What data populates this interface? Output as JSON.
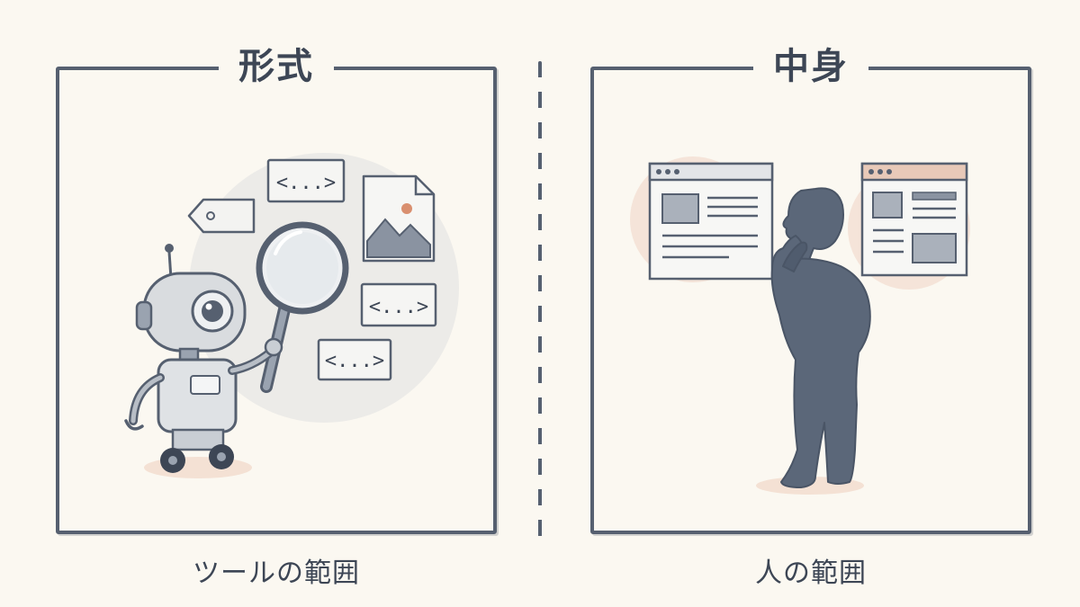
{
  "left_panel": {
    "title": "形式",
    "caption": "ツールの範囲"
  },
  "right_panel": {
    "title": "中身",
    "caption": "人の範囲"
  },
  "code_tag_text": "<...>",
  "colors": {
    "ink": "#3d4655",
    "figure": "#5b6779",
    "accent": "#d98f6f",
    "paper": "#fbf8f1"
  },
  "icons": [
    "robot-icon",
    "magnifier-icon",
    "tag-icon",
    "image-file-icon",
    "code-tag-icon",
    "person-silhouette-icon",
    "browser-window-icon"
  ]
}
